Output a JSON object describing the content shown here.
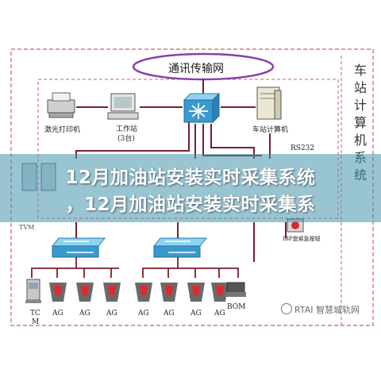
{
  "diagram": {
    "network_label": "通讯传输网",
    "side_label": "车站计算机系统",
    "laser_printer": "激光打印机",
    "workstation": "工作站",
    "workstation_count": "(3台)",
    "station_computer": "车站计算机",
    "rs232": "RS232",
    "tvm_left": "TVM",
    "emergency_button": "IBP盘紧急按钮",
    "tc": "TC",
    "tc_m": "M",
    "ag": "AG",
    "bom": "BOM"
  },
  "overlay": {
    "line1": "12月加油站安装实时采集系统",
    "line2": "，12月加油站安装实时采集系"
  },
  "watermark": "RTAI 智慧城轨网"
}
